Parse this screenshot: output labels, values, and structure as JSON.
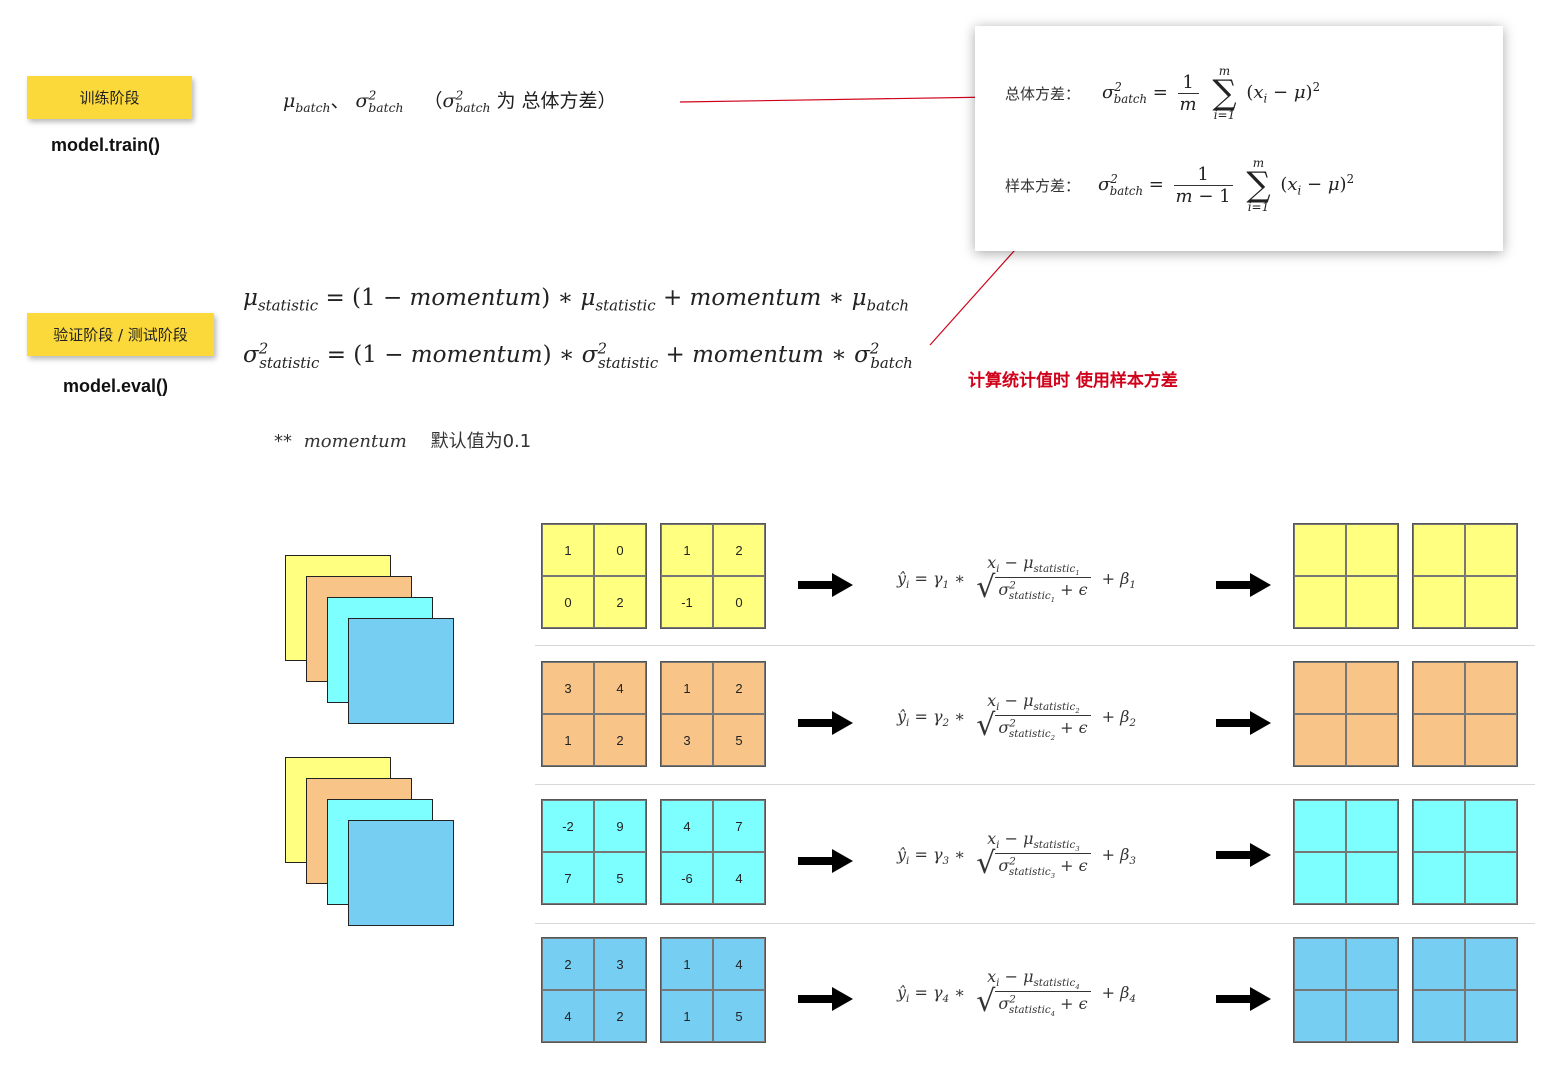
{
  "train": {
    "tag": "训练阶段",
    "code": "model.train()"
  },
  "eval": {
    "tag": "验证阶段 / 测试阶段",
    "code": "model.eval()"
  },
  "top_formula": {
    "cn_mid": "为 总体方差"
  },
  "variance_box": {
    "population_label": "总体方差：",
    "sample_label": "样本方差："
  },
  "momentum_note": {
    "prefix": "**",
    "suffix": "默认值为0.1"
  },
  "red_note": "计算统计值时 使用样本方差",
  "colors": {
    "yellow": "#ffff80",
    "orange": "#f8c488",
    "cyan": "#7dffff",
    "blue": "#76cef2",
    "tag": "#fcd93a",
    "red": "#d0021b"
  },
  "channels": [
    {
      "index": "1",
      "color": "#ffff80",
      "a": [
        "1",
        "0",
        "0",
        "2"
      ],
      "b": [
        "1",
        "2",
        "-1",
        "0"
      ]
    },
    {
      "index": "2",
      "color": "#f8c488",
      "a": [
        "3",
        "4",
        "1",
        "2"
      ],
      "b": [
        "1",
        "2",
        "3",
        "5"
      ]
    },
    {
      "index": "3",
      "color": "#7dffff",
      "a": [
        "-2",
        "9",
        "7",
        "5"
      ],
      "b": [
        "4",
        "7",
        "-6",
        "4"
      ]
    },
    {
      "index": "4",
      "color": "#76cef2",
      "a": [
        "2",
        "3",
        "4",
        "2"
      ],
      "b": [
        "1",
        "4",
        "1",
        "5"
      ]
    }
  ]
}
